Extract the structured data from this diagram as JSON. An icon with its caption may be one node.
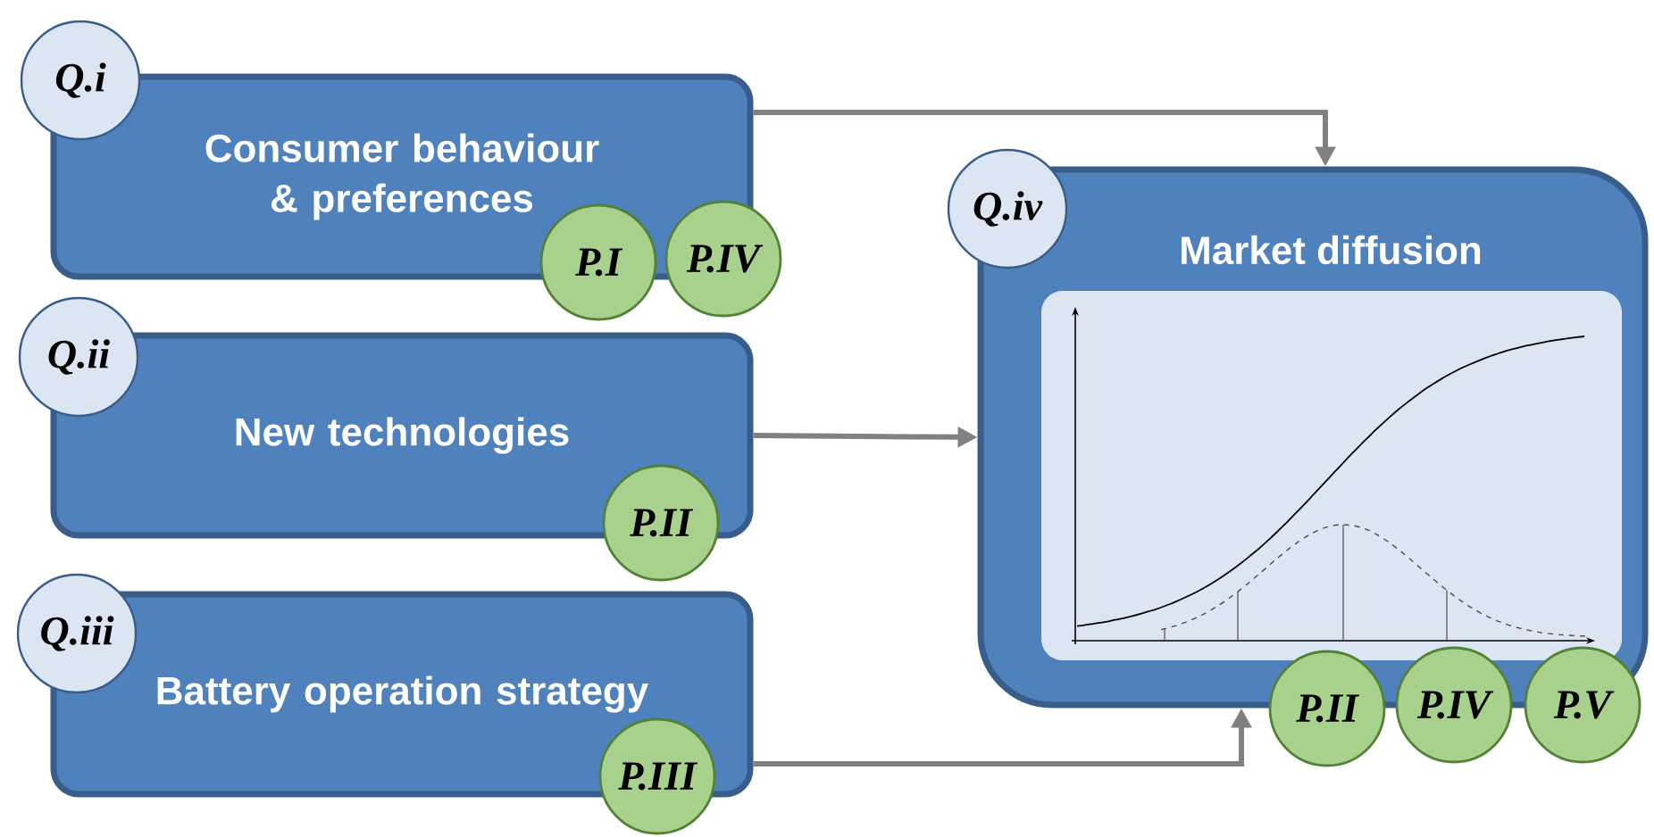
{
  "diagram": {
    "nodes": [
      {
        "text": [
          "Consumer behaviour & preferences"
        ]
      },
      {
        "text": [
          "Q.i"
        ]
      },
      {
        "text": [
          "P.I"
        ]
      },
      {
        "text": [
          "P.IV"
        ]
      },
      {
        "text": [
          "New technologies"
        ]
      },
      {
        "text": [
          "Q.ii"
        ]
      },
      {
        "text": [
          "P.II"
        ]
      },
      {
        "text": [
          "Battery operation strategy"
        ]
      },
      {
        "text": [
          "Q.iii"
        ]
      },
      {
        "text": [
          "P.III"
        ]
      },
      {
        "text": [
          "Market diffusion"
        ]
      },
      {
        "text": [
          "Q.iv"
        ]
      },
      {
        "text": [
          "P.II"
        ]
      },
      {
        "text": [
          "P.IV"
        ]
      },
      {
        "text": [
          "P.V"
        ]
      }
    ],
    "edges": [
      {
        "from": 0,
        "to": 10,
        "arrow": "to"
      },
      {
        "from": 4,
        "to": 10,
        "arrow": "to"
      },
      {
        "from": 7,
        "to": 10,
        "arrow": "to"
      }
    ]
  }
}
